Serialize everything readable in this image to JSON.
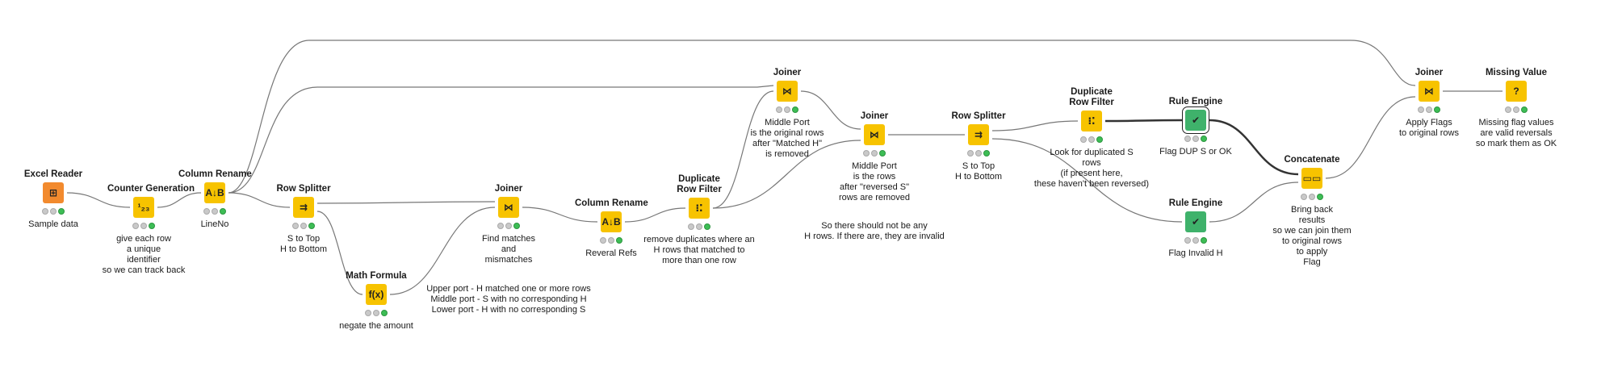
{
  "nodes": [
    {
      "id": "excel-reader",
      "title": "Excel Reader",
      "icon": "⊞",
      "color": "orange",
      "caption": "Sample data"
    },
    {
      "id": "counter-gen",
      "title": "Counter Generation",
      "icon": "¹₂₃",
      "color": "yellow",
      "caption": "give each row\na unique\nidentifier\nso we can track back"
    },
    {
      "id": "col-rename-1",
      "title": "Column Rename",
      "icon": "A↓B",
      "color": "yellow",
      "caption": "LineNo"
    },
    {
      "id": "row-split-1",
      "title": "Row Splitter",
      "icon": "⇉",
      "color": "yellow",
      "caption": "S to Top\nH to Bottom"
    },
    {
      "id": "math-formula",
      "title": "Math Formula",
      "icon": "f(x)",
      "color": "yellow",
      "caption": "negate the amount"
    },
    {
      "id": "joiner-1",
      "title": "Joiner",
      "icon": "⋈",
      "color": "yellow",
      "caption": "Find matches\nand\nmismatches"
    },
    {
      "id": "col-rename-2",
      "title": "Column Rename",
      "icon": "A↓B",
      "color": "yellow",
      "caption": "Reveral Refs"
    },
    {
      "id": "dup-filter-1",
      "title": "Duplicate\nRow Filter",
      "icon": "⁝⁚",
      "color": "yellow",
      "caption": "remove duplicates where an\nH rows that matched to\nmore than one row"
    },
    {
      "id": "joiner-2",
      "title": "Joiner",
      "icon": "⋈",
      "color": "yellow",
      "caption": "Middle Port\nis the original rows\nafter \"Matched H\"\nis removed"
    },
    {
      "id": "joiner-3",
      "title": "Joiner",
      "icon": "⋈",
      "color": "yellow",
      "caption": "Middle Port\nis the rows\nafter \"reversed S\"\nrows are removed"
    },
    {
      "id": "row-split-2",
      "title": "Row Splitter",
      "icon": "⇉",
      "color": "yellow",
      "caption": "S to Top\nH to Bottom"
    },
    {
      "id": "dup-filter-2",
      "title": "Duplicate\nRow Filter",
      "icon": "⁝⁚",
      "color": "yellow",
      "caption": "Look for duplicated S\nrows\n(if present here,\nthese haven't been reversed)"
    },
    {
      "id": "rule-engine-1",
      "title": "Rule Engine",
      "icon": "✔",
      "color": "green",
      "caption": "Flag DUP S or OK"
    },
    {
      "id": "rule-engine-2",
      "title": "Rule Engine",
      "icon": "✔",
      "color": "green",
      "caption": "Flag Invalid H"
    },
    {
      "id": "concatenate",
      "title": "Concatenate",
      "icon": "▭▭",
      "color": "yellow",
      "caption": "Bring back\nresults\nso we can join them\nto original rows\nto apply\nFlag"
    },
    {
      "id": "joiner-4",
      "title": "Joiner",
      "icon": "⋈",
      "color": "yellow",
      "caption": "Apply Flags\nto original rows"
    },
    {
      "id": "missing-value",
      "title": "Missing Value",
      "icon": "?",
      "color": "yellow",
      "caption": "Missing flag values\nare valid reversals\nso mark them as OK"
    }
  ],
  "annotations": [
    {
      "id": "joiner-ports-note",
      "text": "Upper port - H matched one or more rows\nMiddle port - S with no corresponding H\nLower port - H with no corresponding S"
    },
    {
      "id": "invalid-h-note",
      "text": "So there should not be any\nH rows. If there are, they are invalid"
    }
  ]
}
